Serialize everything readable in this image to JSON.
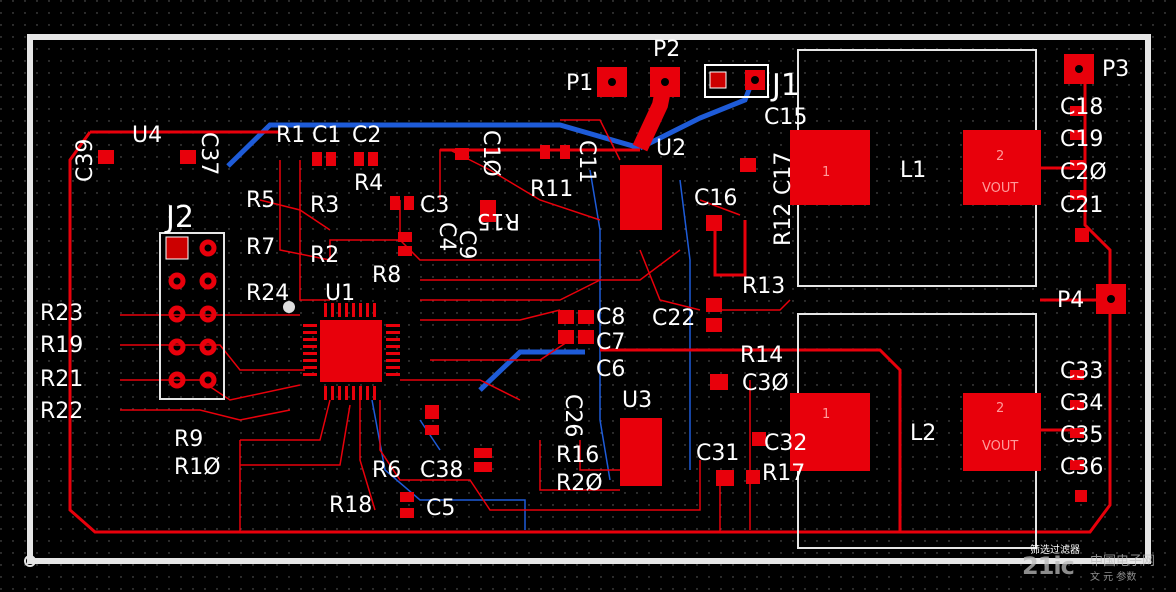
{
  "colors": {
    "background": "#000000",
    "board_outline": "#e6e6e6",
    "copper_top": "#e8000b",
    "copper_bottom": "#1e5bd8",
    "silkscreen": "#ffffff",
    "pad_pin": "#ff9a9a"
  },
  "inductors": {
    "L1": {
      "ref": "L1",
      "pin1": "1",
      "pin2": "2",
      "pin2_net": "VOUT"
    },
    "L2": {
      "ref": "L2",
      "pin1": "1",
      "pin2": "2",
      "pin2_net": "VOUT"
    }
  },
  "designators": {
    "P1": "P1",
    "P2": "P2",
    "P3": "P3",
    "P4": "P4",
    "J1": "J1",
    "J2": "J2",
    "U1": "U1",
    "U2": "U2",
    "U3": "U3",
    "U4": "U4",
    "R1": "R1",
    "R2": "R2",
    "R3": "R3",
    "R4": "R4",
    "R5": "R5",
    "R6": "R6",
    "R7": "R7",
    "R8": "R8",
    "R9": "R9",
    "R10": "R1Ø",
    "R11": "R11",
    "R12": "R12",
    "R13": "R13",
    "R14": "R14",
    "R15": "R15",
    "R16": "R16",
    "R17": "R17",
    "R18": "R18",
    "R19": "R19",
    "R20": "R2Ø",
    "R21": "R21",
    "R22": "R22",
    "R23": "R23",
    "R24": "R24",
    "C1": "C1",
    "C2": "C2",
    "C3": "C3",
    "C4": "C4",
    "C5": "C5",
    "C6": "C6",
    "C7": "C7",
    "C8": "C8",
    "C9": "C9",
    "C10": "C1Ø",
    "C11": "C11",
    "C15": "C15",
    "C16": "C16",
    "C17": "C17",
    "C18": "C18",
    "C19": "C19",
    "C20": "C2Ø",
    "C21": "C21",
    "C22": "C22",
    "C26": "C26",
    "C30": "C3Ø",
    "C31": "C31",
    "C32": "C32",
    "C33": "C33",
    "C34": "C34",
    "C35": "C35",
    "C36": "C36",
    "C37": "C37",
    "C38": "C38",
    "C39": "C39"
  },
  "watermark": {
    "caption": "筛选过滤器",
    "logo": "21ic",
    "logo_cn": "中国电子网",
    "sub": "文 元 参数"
  }
}
